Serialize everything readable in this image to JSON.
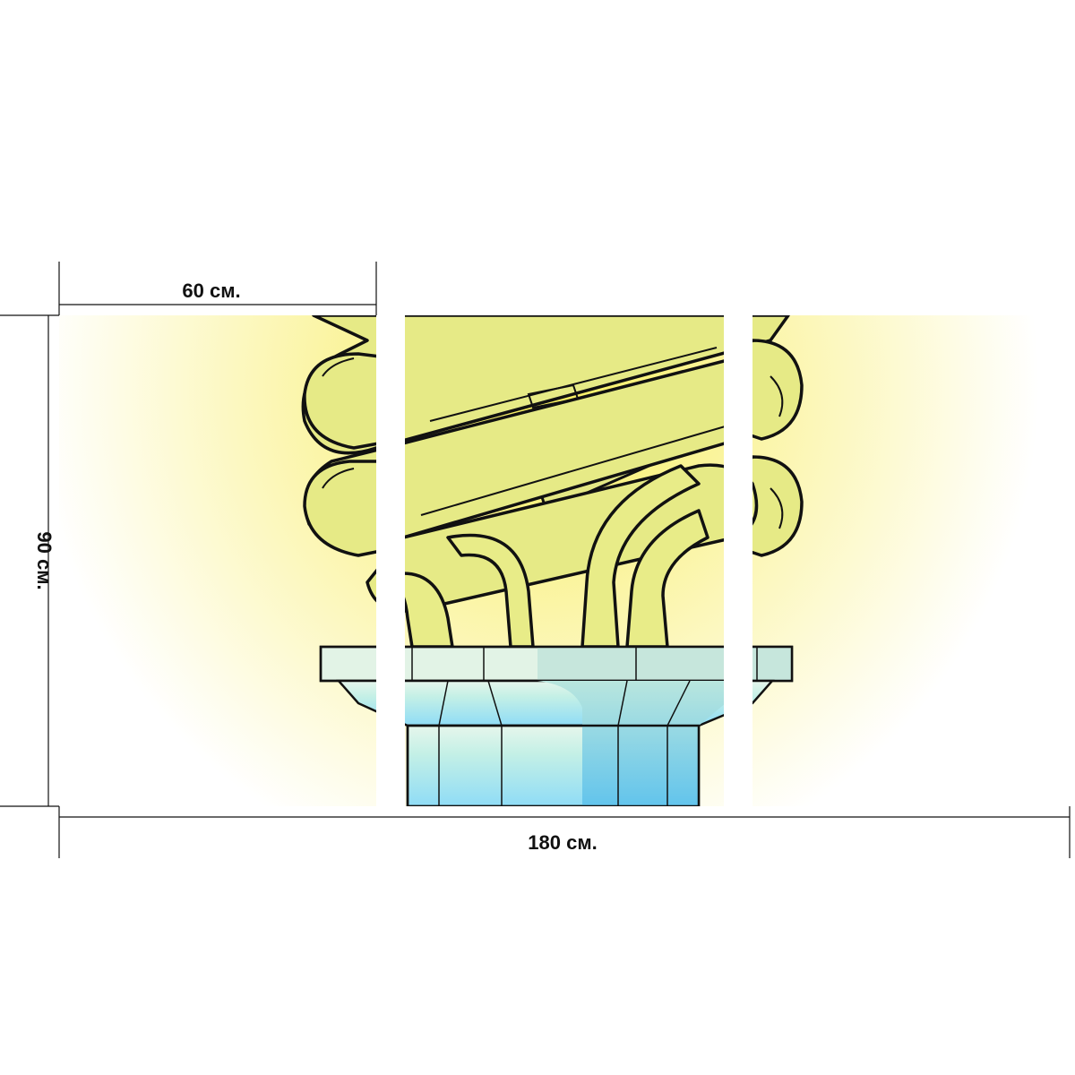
{
  "dimensions": {
    "panel_width_label": "60 см.",
    "total_width_label": "180 см.",
    "height_label": "90 см."
  },
  "artwork": {
    "subject": "compact-fluorescent-bulb-icon",
    "colors": {
      "glow_center": "#f4ee7a",
      "glow_edge": "#ffffff",
      "tube_fill": "#e8ec84",
      "tube_shade": "#d6dc5e",
      "outline": "#111111",
      "base_top": "#dff3ec",
      "base_mid": "#bdeee8",
      "base_bottom": "#8fd8f0",
      "base_shadow": "#6cc8ea"
    }
  },
  "panels": {
    "count": 3
  }
}
